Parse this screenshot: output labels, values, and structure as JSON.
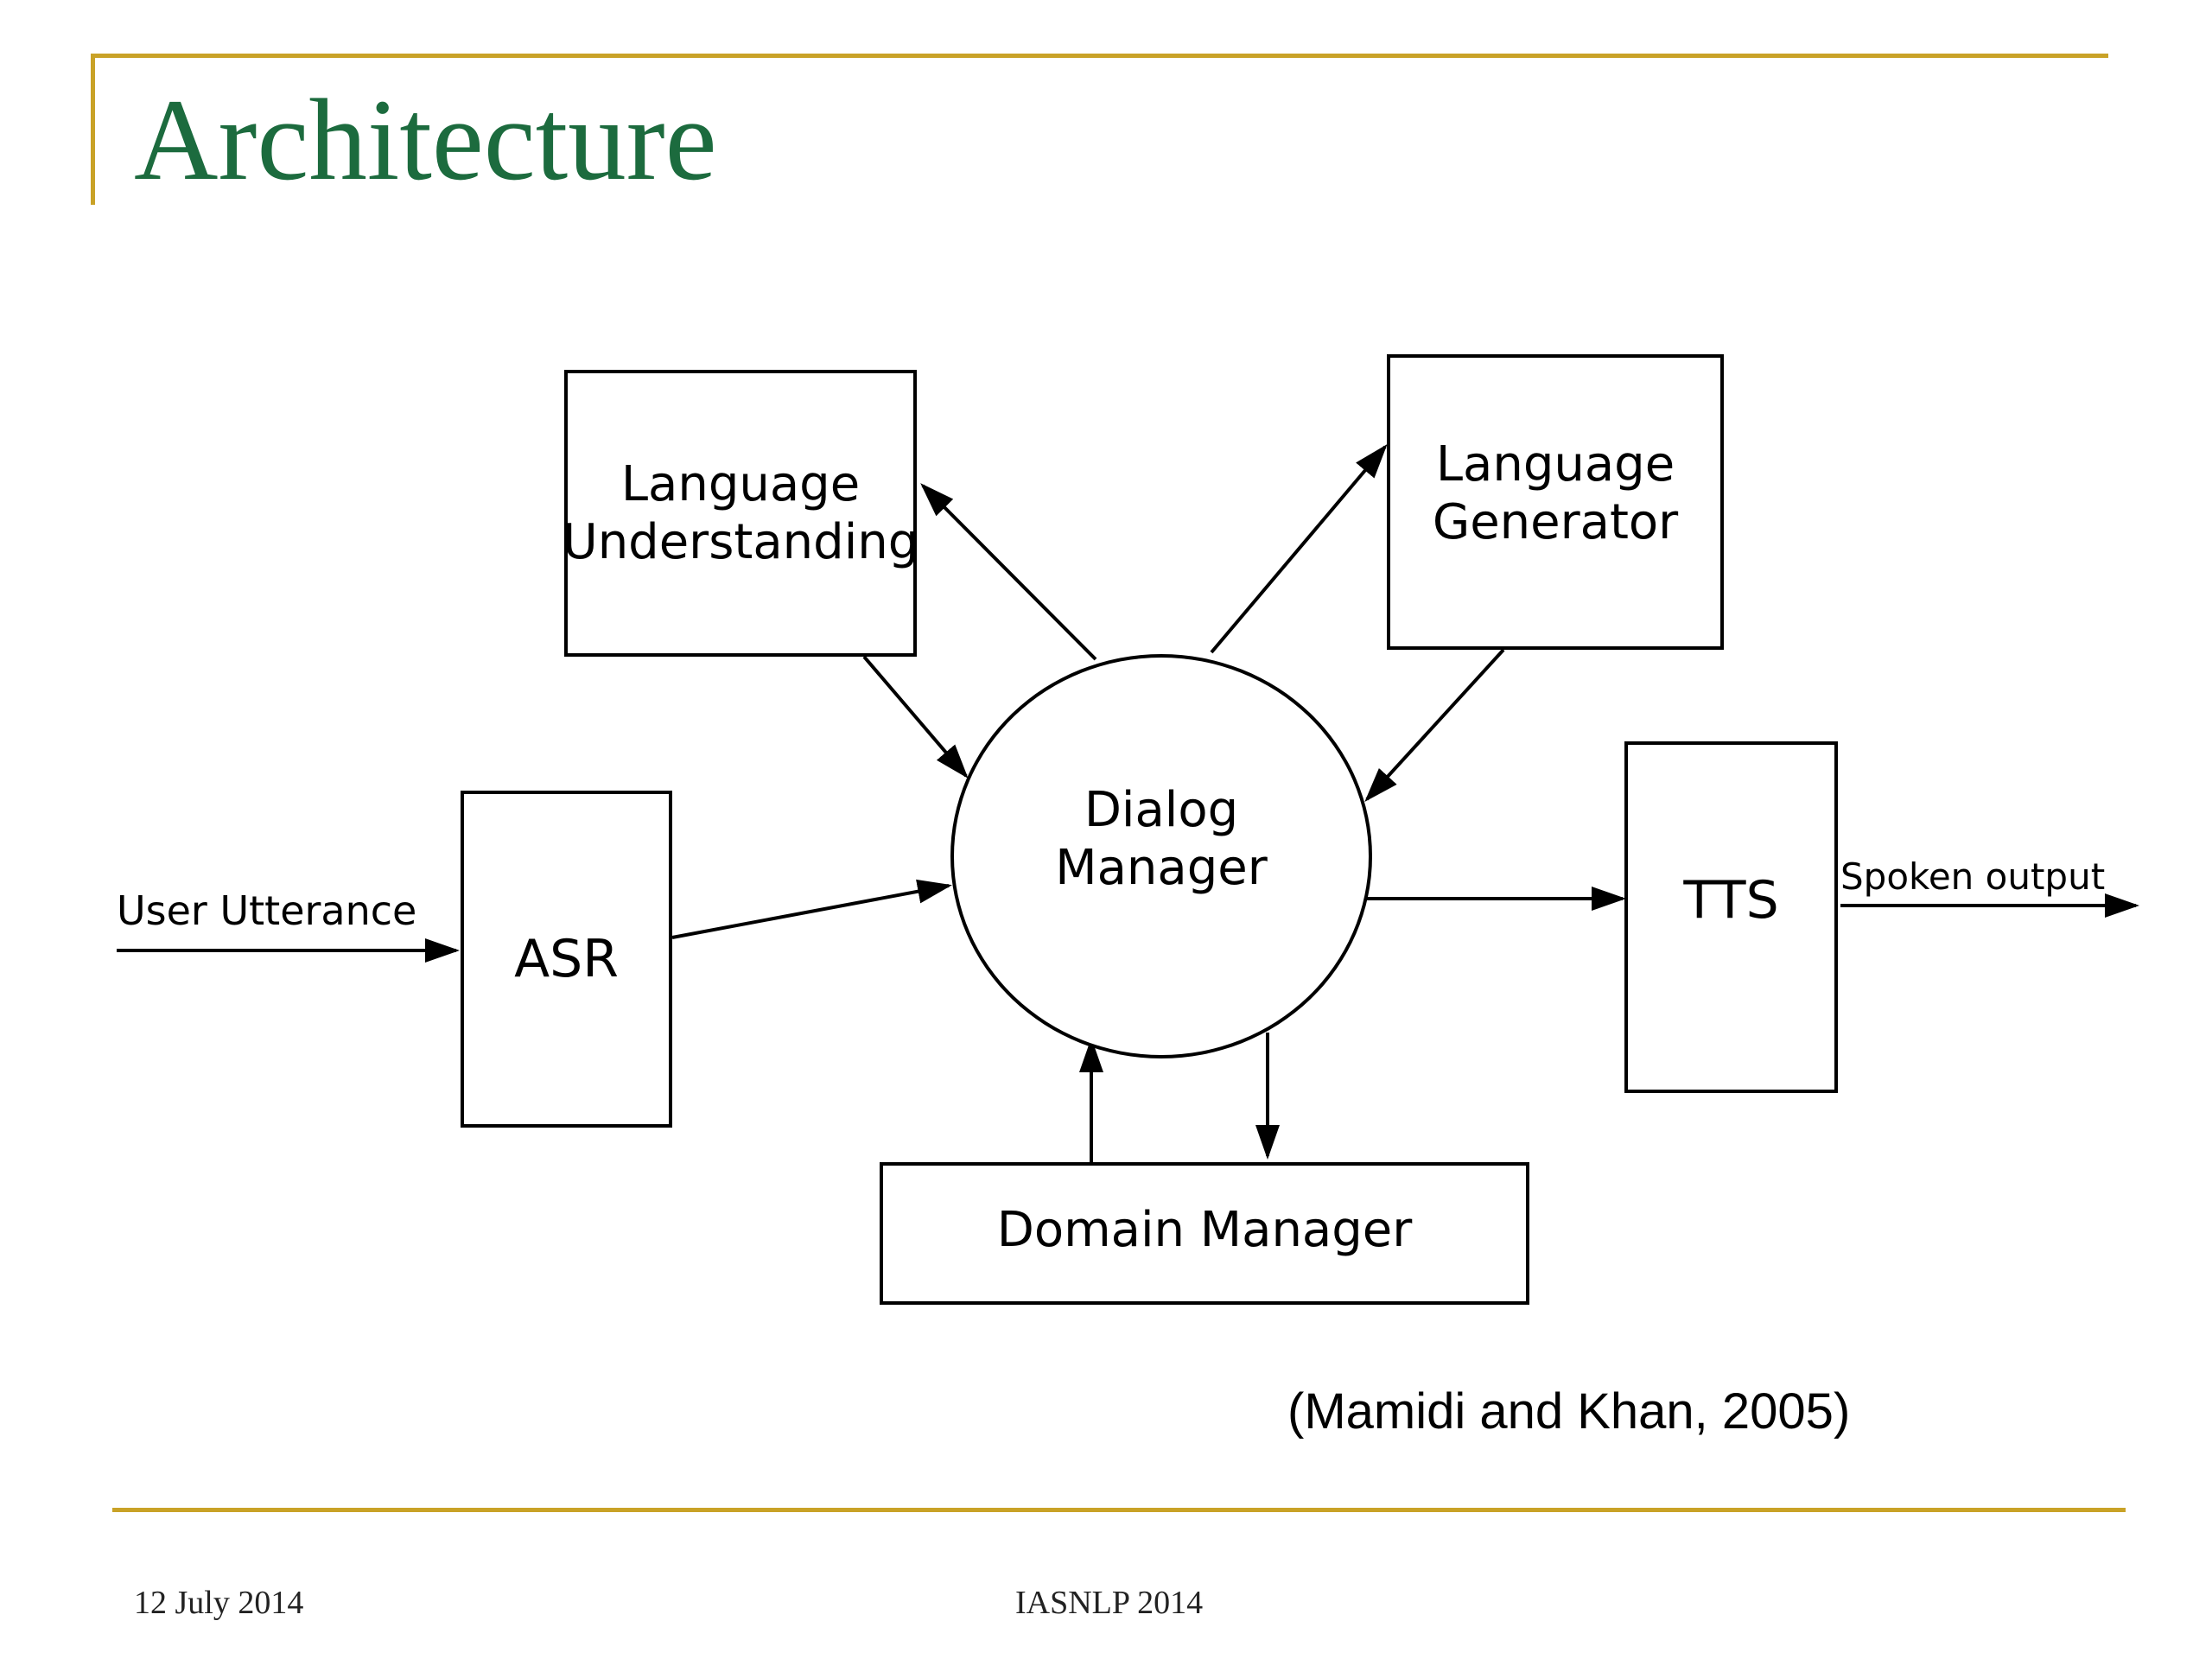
{
  "slide": {
    "title": "Architecture",
    "citation": "(Mamidi and Khan, 2005)",
    "footer_date": "12 July 2014",
    "footer_center": "IASNLP 2014",
    "accent_color": "#c9a227",
    "title_color": "#1c6b3e"
  },
  "diagram": {
    "nodes": {
      "language_understanding": "Language\nUnderstanding",
      "language_generator": "Language\nGenerator",
      "dialog_manager": "Dialog\nManager",
      "asr": "ASR",
      "tts": "TTS",
      "domain_manager": "Domain Manager"
    },
    "edges": {
      "input": "User Utterance",
      "output": "Spoken output"
    }
  }
}
